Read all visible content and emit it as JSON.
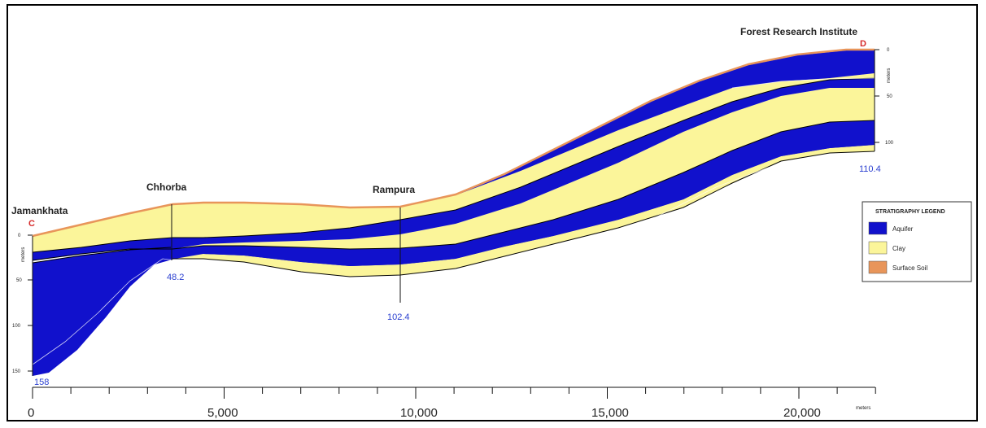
{
  "section": {
    "start_marker": "C",
    "end_marker": "D",
    "wells": [
      {
        "name": "Jamankhata",
        "depth_label": "158"
      },
      {
        "name": "Chhorba",
        "depth_label": "48.2"
      },
      {
        "name": "Rampura",
        "depth_label": "102.4"
      },
      {
        "name": "Forest Research Institute",
        "depth_label": "110.4"
      }
    ],
    "x_axis": {
      "tick_labels": [
        "0",
        "5,000",
        "10,000",
        "15,000",
        "20,000"
      ],
      "unit": "meters"
    },
    "left_depth_axis": {
      "tick_labels": [
        "0",
        "50",
        "100",
        "150"
      ],
      "unit": "meters"
    },
    "right_depth_axis": {
      "tick_labels": [
        "0",
        "50",
        "100"
      ],
      "unit": "meters"
    }
  },
  "legend": {
    "title": "STRATIGRAPHY LEGEND",
    "items": [
      {
        "label": "Aquifer",
        "color": "#1111cc"
      },
      {
        "label": "Clay",
        "color": "#fbf59a"
      },
      {
        "label": "Surface Soil",
        "color": "#e8955a"
      }
    ]
  },
  "colors": {
    "aquifer": "#1111cc",
    "clay": "#fbf59a",
    "surface_soil": "#e8955a",
    "well_marker": "#d62b2b",
    "depth_label": "#2a3fd0"
  }
}
